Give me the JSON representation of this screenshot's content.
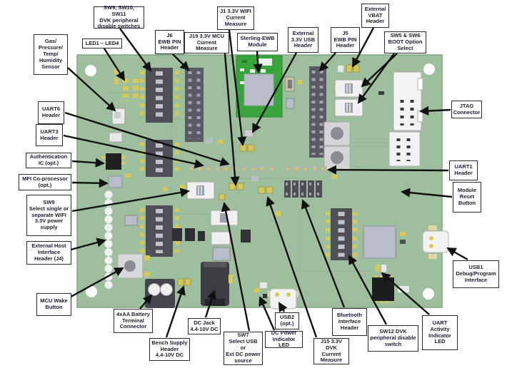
{
  "diagram": {
    "type": "annotated-pcb-diagram",
    "colors": {
      "board_green": "#9dbf9d",
      "module_green": "#38a43c",
      "pad_yellow": "#d8c855",
      "header_dark": "#4f4f58",
      "chip_gray": "#b9bdc9",
      "connector_white": "#f2f2f2",
      "label_text": "#1c1c30",
      "arrow_black": "#111111"
    },
    "labels": [
      {
        "id": "sw9-sw10-sw11",
        "text": "SW9, SW10, SW11\nDVK peripheral\ndisable switches"
      },
      {
        "id": "j1-wifi-current",
        "text": "J1 3.3V WIFI\nCurrent\nMeasure"
      },
      {
        "id": "external-vbat",
        "text": "External\nVBAT\nHeader"
      },
      {
        "id": "gas-sensor",
        "text": "Gas/\nPressure/\nTemp/\nHumidity\nSensor"
      },
      {
        "id": "led1-led4",
        "text": "LED1 – LED4"
      },
      {
        "id": "j6-ewb-pin",
        "text": "J6\nEWB PIN\nHeader"
      },
      {
        "id": "j19-mcu-current",
        "text": "J19 3.3V MCU\nCurrent\nMeasure"
      },
      {
        "id": "sterling-ewb",
        "text": "Sterling-EWB\nModule"
      },
      {
        "id": "external-usb",
        "text": "External\n3.3V USB\nHeader"
      },
      {
        "id": "j5-ewb-pin",
        "text": "J5\nEWB PIN\nHeader"
      },
      {
        "id": "sw5-sw6-boot",
        "text": "SW5 & SW6\nBOOT Option\nSelect"
      },
      {
        "id": "uart6",
        "text": "UART6\nHeader"
      },
      {
        "id": "uart3",
        "text": "UART3\nHeader"
      },
      {
        "id": "auth-ic",
        "text": "Authentication\nIC (opt.)"
      },
      {
        "id": "mfi",
        "text": "MFI Co-processor\n(opt.)"
      },
      {
        "id": "sw8",
        "text": "SW8\nSelect single or\nseparate WIFI\n3.3V power\nsupply"
      },
      {
        "id": "ext-host",
        "text": "External Host\nInterface\nHeader (J4)"
      },
      {
        "id": "mcu-wake",
        "text": "MCU Wake\nButton"
      },
      {
        "id": "jtag",
        "text": "JTAG\nConnector"
      },
      {
        "id": "uart1",
        "text": "UART1\nHeader"
      },
      {
        "id": "module-reset",
        "text": "Module\nReset\nButton"
      },
      {
        "id": "usb1",
        "text": "USB1\nDebug/Program\nInterface"
      },
      {
        "id": "battery",
        "text": "4xAA Battery\nTerminal\nConnector"
      },
      {
        "id": "bench-supply",
        "text": "Bench Supply\nHeader\n4.4-10V DC"
      },
      {
        "id": "dc-jack",
        "text": "DC Jack\n4.4-10V DC"
      },
      {
        "id": "sw7",
        "text": "SW7\nSelect USB or\nExt DC power\nsource"
      },
      {
        "id": "usb2",
        "text": "USB2\n(opt.)"
      },
      {
        "id": "dc-power-led",
        "text": "DC Power\nIndicator LED"
      },
      {
        "id": "j15-dvk-current",
        "text": "J15 3.3V DVK\nCurrent\nMeasure"
      },
      {
        "id": "bluetooth",
        "text": "Bluetooth\nInterface\nHeader"
      },
      {
        "id": "sw12",
        "text": "SW12 DVK\nperipheral disable\nswitch"
      },
      {
        "id": "uart-activity-led",
        "text": "UART\nActivity\nIndicator\nLED"
      }
    ]
  }
}
